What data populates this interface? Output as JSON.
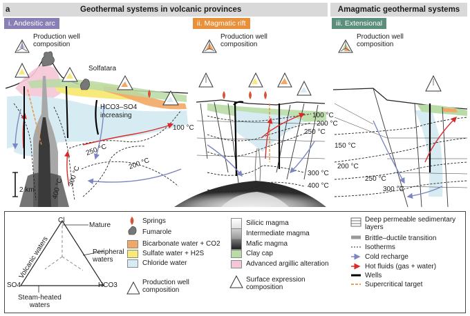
{
  "panel_letter": "a",
  "headers": {
    "volcanic": "Geothermal systems in volcanic provinces",
    "amagmatic": "Amagmatic geothermal systems"
  },
  "panels": [
    {
      "label": "i. Andesitic arc",
      "color": "#8a7fb5"
    },
    {
      "label": "ii. Magmatic rift",
      "color": "#e8903a"
    },
    {
      "label": "iii. Extensional",
      "color": "#5b8f7b"
    }
  ],
  "production_well_composition": [
    "Production well",
    "composition"
  ],
  "annotations": {
    "solfatara": "Solfatara",
    "hco3_so4": "HCO3–SO4",
    "increasing": "increasing",
    "scale": "2 km"
  },
  "isotherms": {
    "arc": [
      "100 °C",
      "250 °C",
      "200 °C",
      "300 °C",
      "400 °C"
    ],
    "rift": [
      "100 °C",
      "200 °C",
      "250 °C",
      "300 °C",
      "400 °C"
    ],
    "ext": [
      "150 °C",
      "200 °C",
      "250 °C",
      "300 °C"
    ]
  },
  "ternary": {
    "cl": "Cl",
    "so4": "SO4",
    "hco3": "HCO3",
    "mature": "Mature",
    "peripheral": [
      "Peripheral",
      "waters"
    ],
    "volcanic": "Volcanic waters",
    "steam": [
      "Steam-heated",
      "waters"
    ]
  },
  "legend_col1": [
    {
      "text": "Springs",
      "icon": "spring-drop-icon"
    },
    {
      "text": "Fumarole",
      "icon": "fumarole-icon"
    },
    {
      "text": "Bicarbonate water + CO2",
      "color": "#f2a766"
    },
    {
      "text": "Sulfate water + H2S",
      "color": "#f7ea7a"
    },
    {
      "text": "Chloride water",
      "color": "#d6ebf2"
    },
    {
      "text": "Production well composition",
      "icon": "triangle-icon"
    }
  ],
  "legend_col2": [
    {
      "text": "Silicic magma",
      "color": "#e8e8e8"
    },
    {
      "text": "Intermediate magma",
      "color": "#a8a8a8"
    },
    {
      "text": "Mafic magma",
      "color": "#3a3a3a"
    },
    {
      "text": "Clay cap",
      "color": "#b9dba6"
    },
    {
      "text": "Advanced argillic alteration",
      "color": "#f5c7d6"
    },
    {
      "text": "Surface expression composition",
      "icon": "triangle-icon"
    }
  ],
  "legend_col3": [
    {
      "text": "Deep permeable sedimentary layers",
      "icon": "sediment-layers-icon"
    },
    {
      "text": "Brittle–ductile transition",
      "icon": "brittle-ductile-icon"
    },
    {
      "text": "Isotherms",
      "icon": "dashed-line-icon"
    },
    {
      "text": "Cold recharge",
      "color": "#7b86c2"
    },
    {
      "text": "Hot fluids (gas + water)",
      "color": "#d92a2a"
    },
    {
      "text": "Wells",
      "color": "#000000"
    },
    {
      "text": "Supercritical target",
      "color": "#e8903a"
    }
  ]
}
